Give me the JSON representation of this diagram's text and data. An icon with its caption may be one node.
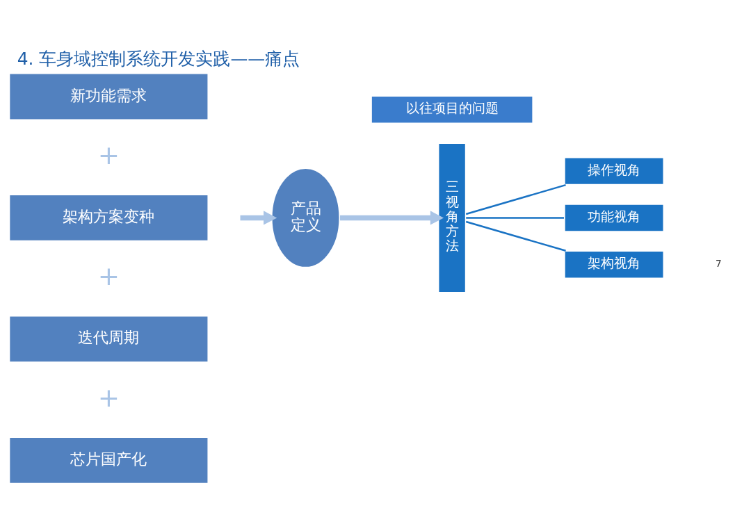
{
  "diagram": {
    "title": "4. 车身域控制系统开发实践——痛点",
    "nodes": [
      {
        "text": [
          "新功能需求"
        ]
      },
      {
        "text": [
          "架构方案变种"
        ]
      },
      {
        "text": [
          "迭代周期"
        ]
      },
      {
        "text": [
          "芯片国产化"
        ]
      },
      {
        "text": [
          "产品定义"
        ]
      },
      {
        "text": [
          "以往项目的问题"
        ]
      },
      {
        "text": [
          "三视角方法"
        ]
      },
      {
        "text": [
          "操作视角"
        ]
      },
      {
        "text": [
          "功能视角"
        ]
      },
      {
        "text": [
          "架构视角"
        ]
      }
    ],
    "edges": [
      {
        "from": null,
        "to": 4,
        "arrow": "to",
        "style": "thick",
        "color": "#a9c4e6"
      },
      {
        "from": 4,
        "to": 6,
        "arrow": "to",
        "style": "thick",
        "color": "#a9c4e6"
      },
      {
        "from": 6,
        "to": 7,
        "arrow": "none"
      },
      {
        "from": 6,
        "to": 8,
        "arrow": "none"
      },
      {
        "from": 6,
        "to": 9,
        "arrow": "none"
      }
    ],
    "labels": [
      "+",
      "+",
      "+",
      "7"
    ]
  }
}
